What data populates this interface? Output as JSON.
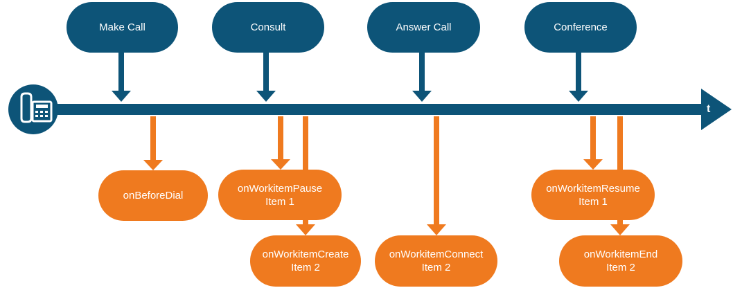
{
  "actions": [
    {
      "label": "Make Call"
    },
    {
      "label": "Consult"
    },
    {
      "label": "Answer Call"
    },
    {
      "label": "Conference"
    }
  ],
  "events": [
    {
      "line1": "onBeforeDial",
      "line2": ""
    },
    {
      "line1": "onWorkitemPause",
      "line2": "Item 1"
    },
    {
      "line1": "onWorkitemCreate",
      "line2": "Item 2"
    },
    {
      "line1": "onWorkitemConnect",
      "line2": "Item 2"
    },
    {
      "line1": "onWorkitemResume",
      "line2": "Item 1"
    },
    {
      "line1": "onWorkitemEnd",
      "line2": "Item 2"
    }
  ],
  "timeline": {
    "axis_label": "t"
  },
  "colors": {
    "action": "#0d5478",
    "event": "#ef7a1f",
    "timeline": "#0d5478"
  },
  "icons": {
    "start": "desk-phone-icon"
  }
}
